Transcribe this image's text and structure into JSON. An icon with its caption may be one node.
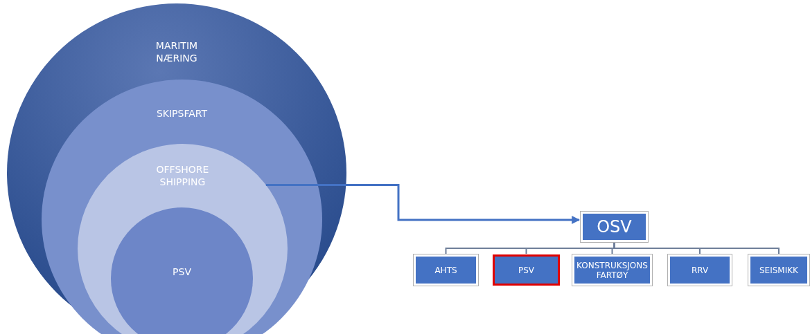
{
  "diagram": {
    "nodes": [
      {
        "text": [
          "MARITIM NÆRING"
        ]
      },
      {
        "text": [
          "SKIPSFART"
        ],
        "in": 0
      },
      {
        "text": [
          "OFFSHORE SHIPPING"
        ],
        "in": 1
      },
      {
        "text": [
          "PSV"
        ],
        "in": 2
      },
      {
        "text": [
          "OSV"
        ]
      },
      {
        "text": [
          "AHTS"
        ]
      },
      {
        "text": [
          "PSV"
        ]
      },
      {
        "text": [
          "KONSTRUKSJONS FARTØY"
        ]
      },
      {
        "text": [
          "RRV"
        ]
      },
      {
        "text": [
          "SEISMIKK"
        ]
      }
    ],
    "edges": [
      {
        "from": 2,
        "to": 4,
        "arrow": "to"
      },
      {
        "from": 4,
        "to": 5,
        "arrow": "none"
      },
      {
        "from": 4,
        "to": 6,
        "arrow": "none"
      },
      {
        "from": 4,
        "to": 7,
        "arrow": "none"
      },
      {
        "from": 4,
        "to": 8,
        "arrow": "none"
      },
      {
        "from": 4,
        "to": 9,
        "arrow": "none"
      }
    ]
  }
}
